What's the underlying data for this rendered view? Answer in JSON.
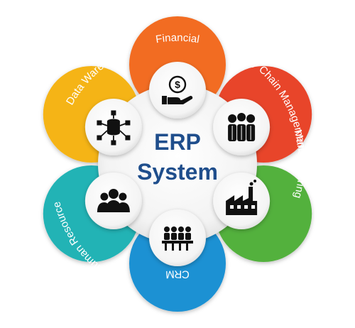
{
  "center": {
    "line1": "ERP",
    "line2": "System",
    "color": "#1f4e8c"
  },
  "modules": [
    {
      "id": "financial",
      "label": "Financial",
      "icon": "hand-dollar-icon",
      "color": "#f26c21"
    },
    {
      "id": "supply-chain",
      "label": "Supply Chain Management",
      "icon": "team-group-icon",
      "color": "#e8452c"
    },
    {
      "id": "manufacturing",
      "label": "Manufacturing",
      "icon": "factory-icon",
      "color": "#52b13d"
    },
    {
      "id": "crm",
      "label": "CRM",
      "icon": "meeting-table-icon",
      "color": "#1d91d3"
    },
    {
      "id": "human-resource",
      "label": "Human Resource",
      "icon": "people-group-icon",
      "color": "#21b3b5"
    },
    {
      "id": "data-warehouse",
      "label": "Data Warehouse",
      "icon": "database-network-icon",
      "color": "#f5b419"
    }
  ]
}
